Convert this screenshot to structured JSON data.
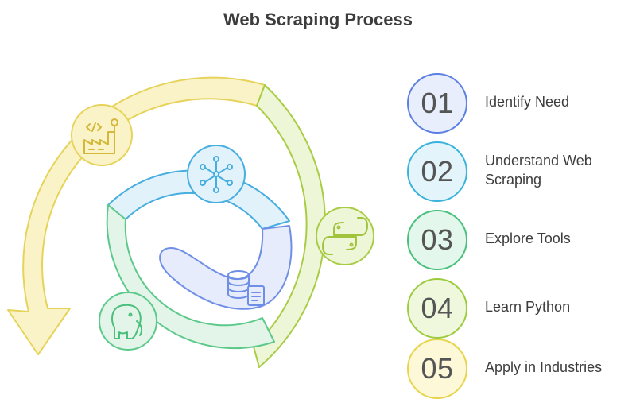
{
  "title": "Web Scraping Process",
  "steps": [
    {
      "number": "01",
      "label": "Identify Need",
      "fill": "#e8eefc",
      "stroke": "#5b7fe3"
    },
    {
      "number": "02",
      "label": "Understand Web Scraping",
      "fill": "#e3f4fb",
      "stroke": "#3ab3dc"
    },
    {
      "number": "03",
      "label": "Explore Tools",
      "fill": "#e3f7ec",
      "stroke": "#47c17a"
    },
    {
      "number": "04",
      "label": "Learn Python",
      "fill": "#eff7dd",
      "stroke": "#9ccc3d"
    },
    {
      "number": "05",
      "label": "Apply in Industries",
      "fill": "#fdf8d8",
      "stroke": "#e8d44a"
    }
  ],
  "icons": [
    "factory-code-icon",
    "network-icon",
    "database-document-icon",
    "python-icon",
    "elephant-icon"
  ],
  "colors": {
    "outer_yellow": "#fbf3c8",
    "outer_yellow_stroke": "#e6d35a",
    "outer_green": "#eef6d8",
    "outer_green_stroke": "#a9cc45",
    "mid_green": "#e2f5e8",
    "mid_green_stroke": "#5cc98a",
    "mid_blue": "#e2f2fb",
    "mid_blue_stroke": "#47aee0",
    "inner_blue": "#e6ecfb",
    "inner_blue_stroke": "#6f8fe6"
  }
}
